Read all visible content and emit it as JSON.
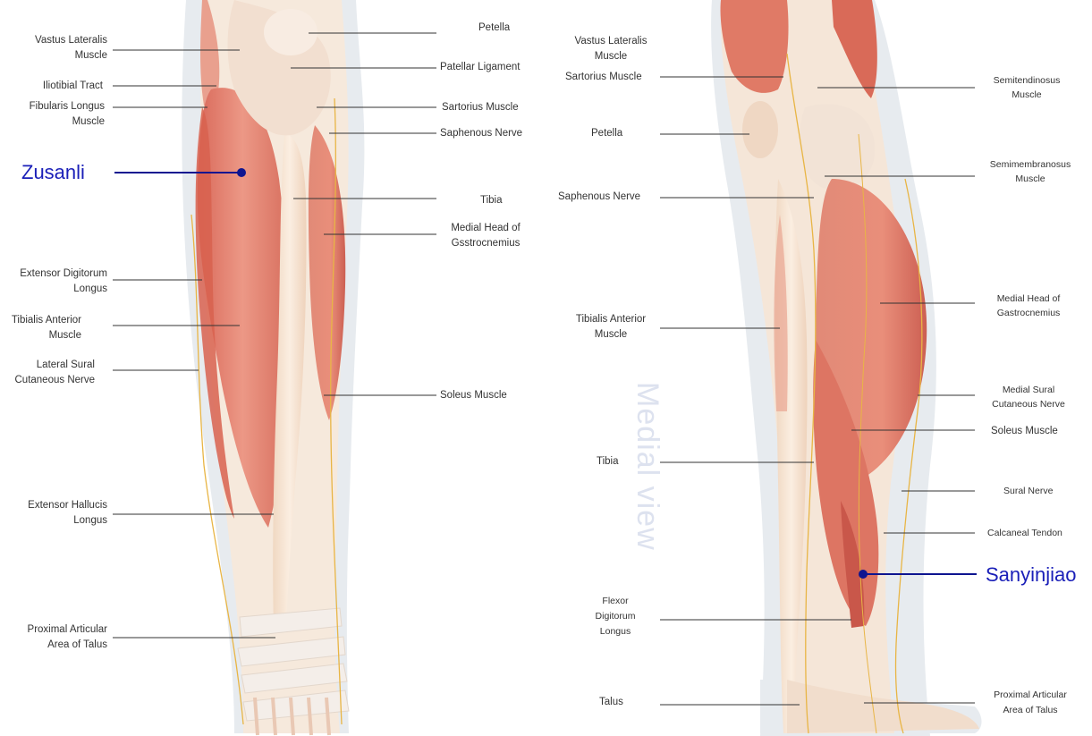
{
  "colors": {
    "background": "#ffffff",
    "muscle": "#e27d6b",
    "tendon": "#f4e4d4",
    "nerve": "#e6b040",
    "leader_line": "#333333",
    "acupoint": "#1a1fb8",
    "watermark": "#dde2ef"
  },
  "watermark": "Medial view",
  "front_view": {
    "labels": [
      {
        "name": "vastus-lateralis",
        "lines": [
          "Vastus Lateralis",
          "Muscle"
        ]
      },
      {
        "name": "iliotibial-tract",
        "lines": [
          "Iliotibial Tract"
        ]
      },
      {
        "name": "fibularis-longus",
        "lines": [
          "Fibularis Longus",
          "Muscle"
        ]
      },
      {
        "name": "extensor-digitorum-longus",
        "lines": [
          "Extensor Digitorum",
          "Longus"
        ]
      },
      {
        "name": "tibialis-anterior",
        "lines": [
          "Tibialis Anterior",
          "Muscle"
        ]
      },
      {
        "name": "lateral-sural-cutaneous-nerve",
        "lines": [
          "Lateral Sural",
          "Cutaneous Nerve"
        ]
      },
      {
        "name": "extensor-hallucis-longus",
        "lines": [
          "Extensor Hallucis",
          "Longus"
        ]
      },
      {
        "name": "proximal-articular-area-of-talus",
        "lines": [
          "Proximal Articular",
          "Area of Talus"
        ]
      },
      {
        "name": "petella",
        "lines": [
          "Petella"
        ]
      },
      {
        "name": "patellar-ligament",
        "lines": [
          "Patellar Ligament"
        ]
      },
      {
        "name": "sartorius-muscle",
        "lines": [
          "Sartorius Muscle"
        ]
      },
      {
        "name": "saphenous-nerve",
        "lines": [
          "Saphenous Nerve"
        ]
      },
      {
        "name": "tibia",
        "lines": [
          "Tibia"
        ]
      },
      {
        "name": "medial-head-of-gastrocnemius",
        "lines": [
          "Medial Head of",
          "Gsstrocnemius"
        ]
      },
      {
        "name": "soleus-muscle",
        "lines": [
          "Soleus Muscle"
        ]
      }
    ],
    "acupoint": "Zusanli"
  },
  "medial_view": {
    "labels": [
      {
        "name": "vastus-lateralis",
        "lines": [
          "Vastus Lateralis",
          "Muscle"
        ]
      },
      {
        "name": "sartorius-muscle",
        "lines": [
          "Sartorius Muscle"
        ]
      },
      {
        "name": "petella",
        "lines": [
          "Petella"
        ]
      },
      {
        "name": "saphenous-nerve",
        "lines": [
          "Saphenous Nerve"
        ]
      },
      {
        "name": "tibialis-anterior",
        "lines": [
          "Tibialis Anterior",
          "Muscle"
        ]
      },
      {
        "name": "tibia",
        "lines": [
          "Tibia"
        ]
      },
      {
        "name": "flexor-digitorum-longus",
        "lines": [
          "Flexor",
          "Digitorum",
          "Longus"
        ]
      },
      {
        "name": "talus",
        "lines": [
          "Talus"
        ]
      },
      {
        "name": "semitendinosus",
        "lines": [
          "Semitendinosus",
          "Muscle"
        ]
      },
      {
        "name": "semimembranosus",
        "lines": [
          "Semimembranosus",
          "Muscle"
        ]
      },
      {
        "name": "medial-head-of-gastrocnemius",
        "lines": [
          "Medial Head of",
          "Gastrocnemius"
        ]
      },
      {
        "name": "medial-sural-cutaneous-nerve",
        "lines": [
          "Medial Sural",
          "Cutaneous Nerve"
        ]
      },
      {
        "name": "soleus-muscle",
        "lines": [
          "Soleus Muscle"
        ]
      },
      {
        "name": "sural-nerve",
        "lines": [
          "Sural Nerve"
        ]
      },
      {
        "name": "calcaneal-tendon",
        "lines": [
          "Calcaneal Tendon"
        ]
      },
      {
        "name": "proximal-articular-area-of-talus",
        "lines": [
          "Proximal Articular",
          "Area of Talus"
        ]
      }
    ],
    "acupoint": "Sanyinjiao"
  }
}
